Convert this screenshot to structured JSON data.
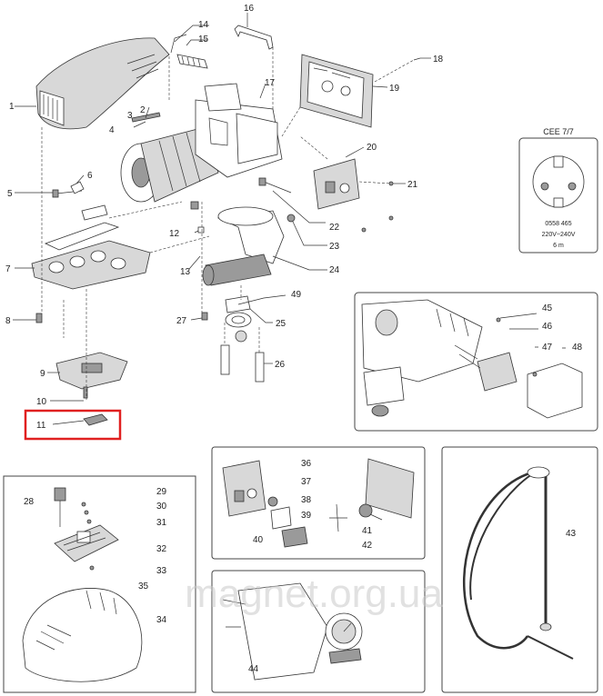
{
  "callouts": [
    {
      "n": "1"
    },
    {
      "n": "2"
    },
    {
      "n": "3"
    },
    {
      "n": "4"
    },
    {
      "n": "5"
    },
    {
      "n": "6"
    },
    {
      "n": "7"
    },
    {
      "n": "8"
    },
    {
      "n": "9"
    },
    {
      "n": "10"
    },
    {
      "n": "11"
    },
    {
      "n": "12"
    },
    {
      "n": "13"
    },
    {
      "n": "14"
    },
    {
      "n": "15"
    },
    {
      "n": "16"
    },
    {
      "n": "17"
    },
    {
      "n": "18"
    },
    {
      "n": "19"
    },
    {
      "n": "20"
    },
    {
      "n": "21"
    },
    {
      "n": "22"
    },
    {
      "n": "23"
    },
    {
      "n": "24"
    },
    {
      "n": "25"
    },
    {
      "n": "26"
    },
    {
      "n": "27"
    },
    {
      "n": "28"
    },
    {
      "n": "29"
    },
    {
      "n": "30"
    },
    {
      "n": "31"
    },
    {
      "n": "32"
    },
    {
      "n": "33"
    },
    {
      "n": "34"
    },
    {
      "n": "35"
    },
    {
      "n": "36"
    },
    {
      "n": "37"
    },
    {
      "n": "38"
    },
    {
      "n": "39"
    },
    {
      "n": "40"
    },
    {
      "n": "41"
    },
    {
      "n": "42"
    },
    {
      "n": "43"
    },
    {
      "n": "44"
    },
    {
      "n": "45"
    },
    {
      "n": "46"
    },
    {
      "n": "47"
    },
    {
      "n": "48"
    },
    {
      "n": "49"
    }
  ],
  "plug_box": {
    "title": "CEE 7/7",
    "line1": "0558 465",
    "line2": "220V~240V",
    "line3": "6 m"
  },
  "highlight": {
    "part": "11",
    "color": "#e02020"
  },
  "watermark": "magnet.org.ua"
}
